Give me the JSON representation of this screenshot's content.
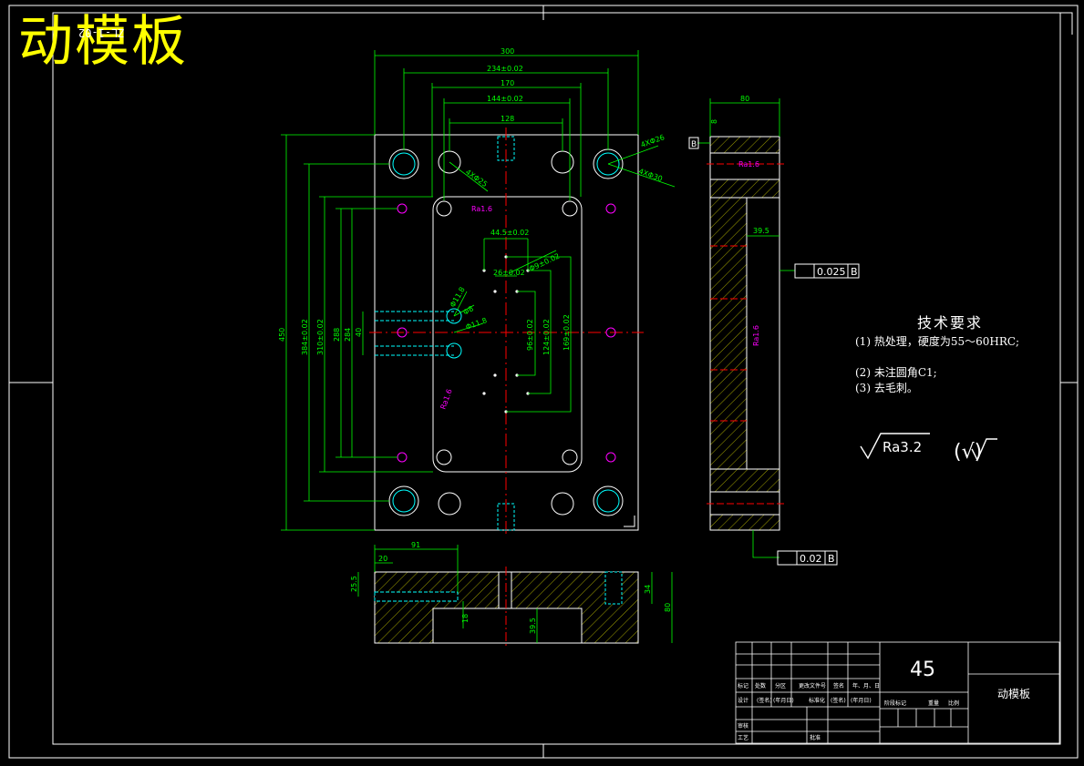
{
  "title": "动模板",
  "drawing_code": "ZL-1-02",
  "tech": {
    "heading": "技术要求",
    "items": [
      "(1) 热处理，硬度为55～60HRC;",
      "(2) 未注圆角C1;",
      "(3) 去毛刺。"
    ]
  },
  "roughness": {
    "default": "Ra3.2",
    "other": "(√)"
  },
  "tolerances": {
    "parallel": "0.025",
    "perpendicular": "0.02",
    "datum": "B"
  },
  "dimensions": {
    "top": [
      "300",
      "234±0.02",
      "170",
      "144±0.02",
      "128"
    ],
    "left": [
      "450",
      "384±0.02",
      "310±0.02",
      "288",
      "284",
      "40"
    ],
    "inner": [
      "44.5±0.02",
      "26±0.02",
      "Φ9±0.02",
      "96±0.02",
      "124±0.02",
      "169±0.02",
      "Φ11.8",
      "Φ8",
      "Φ11.8"
    ],
    "holes": [
      "4XΦ26",
      "4XΦ30",
      "4XΦ25"
    ],
    "side": [
      "80",
      "39.5",
      "8"
    ],
    "section": [
      "91",
      "20",
      "25.5",
      "18",
      "39.5",
      "34",
      "80"
    ],
    "ra_marks": [
      "Ra1.6",
      "Ra1.6",
      "Ra1.6",
      "Ra1.6"
    ]
  },
  "title_block": {
    "material": "45",
    "part_name": "动模板",
    "row_labels": [
      "标记",
      "处数",
      "分区",
      "更改文件号",
      "签名",
      "年、月、日"
    ],
    "row2": [
      "设计",
      "(签名)",
      "(年月日)",
      "标准化",
      "(签名)",
      "(年月日)"
    ],
    "stage": [
      "阶段标记",
      "重量",
      "比例"
    ],
    "checker": "审核",
    "process": "工艺",
    "approve": "批准"
  },
  "colors": {
    "outline": "#ffffff",
    "dimension": "#00ff00",
    "center": "#ff0000",
    "hatch": "#c8c800",
    "hole": "#00ffff",
    "note": "#ff00ff",
    "title": "#ffff00"
  }
}
